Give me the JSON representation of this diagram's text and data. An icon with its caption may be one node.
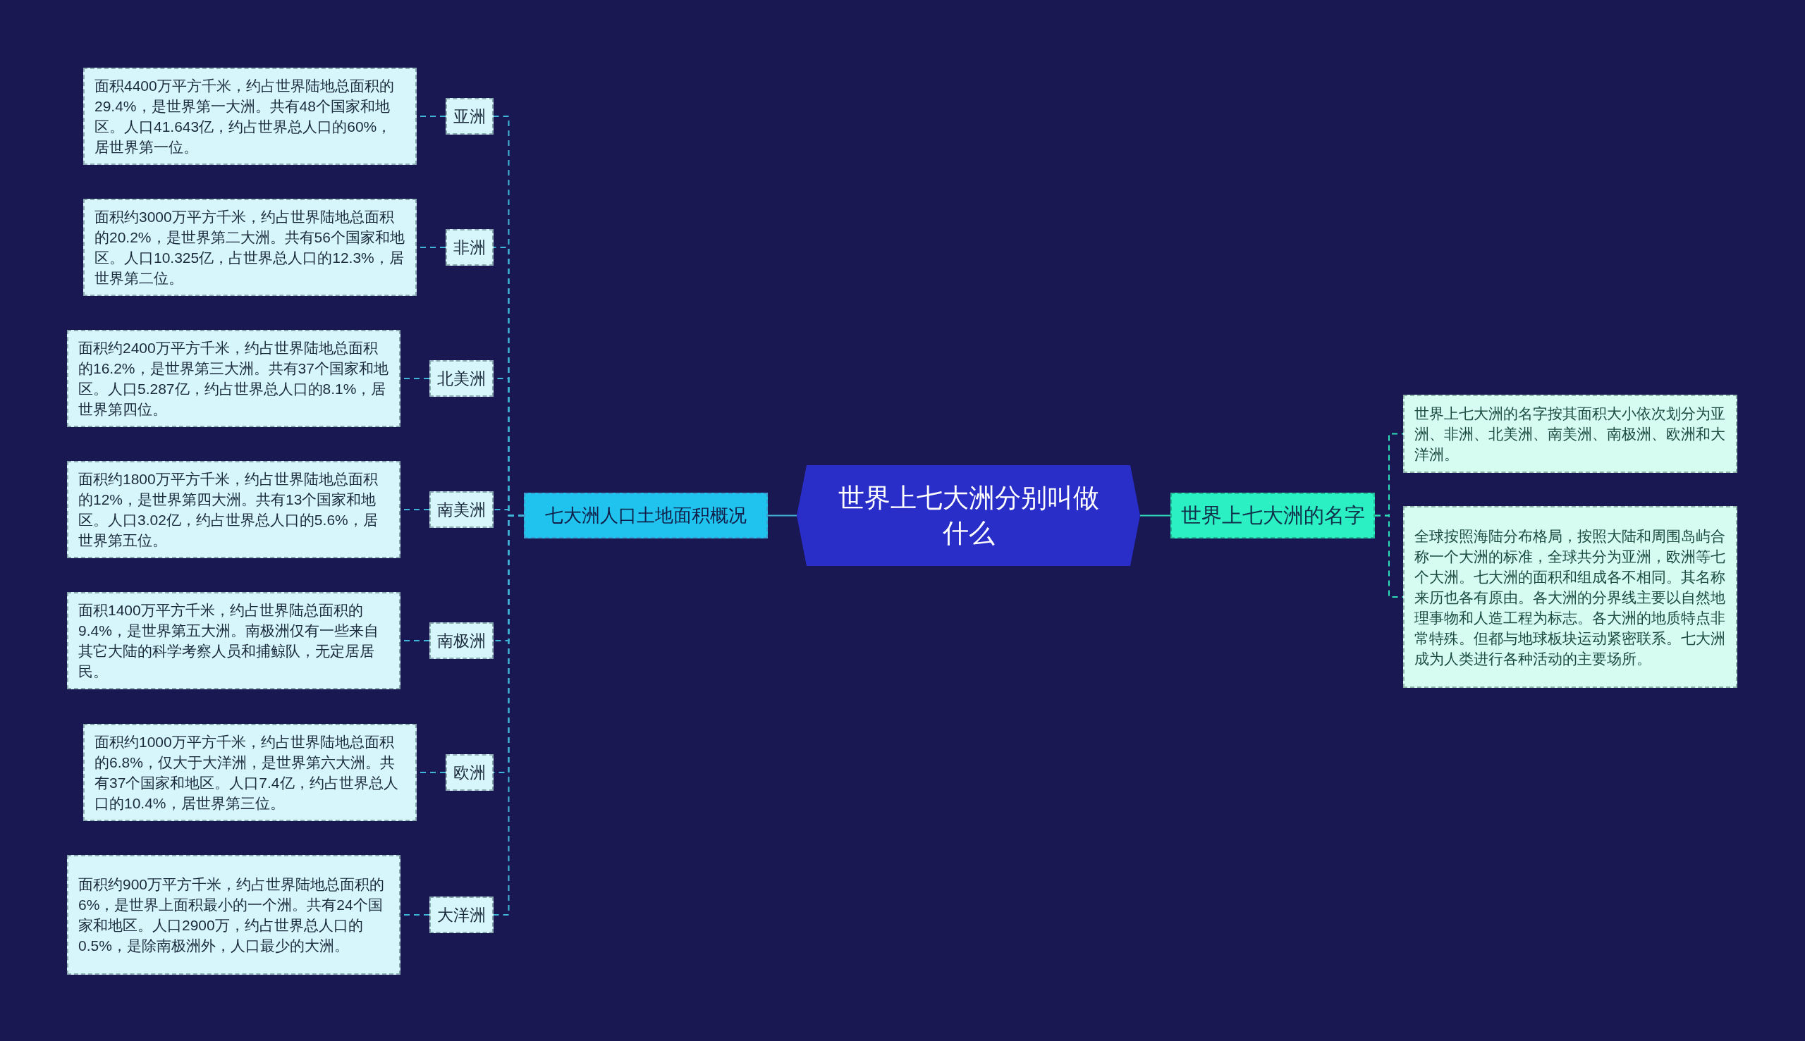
{
  "diagram": {
    "nodes": [
      {
        "text": [
          "世界上七大洲分别叫做什么"
        ]
      },
      {
        "text": [
          "七大洲人口土地面积概况"
        ]
      },
      {
        "text": [
          "亚洲"
        ]
      },
      {
        "text": [
          "非洲"
        ]
      },
      {
        "text": [
          "北美洲"
        ]
      },
      {
        "text": [
          "南美洲"
        ]
      },
      {
        "text": [
          "南极洲"
        ]
      },
      {
        "text": [
          "欧洲"
        ]
      },
      {
        "text": [
          "大洋洲"
        ]
      },
      {
        "text": [
          "面积4400万平方千米，约占世界陆地总面积的29.4%，是世界第一大洲。共有48个国家和地区。人口41.643亿，约占世界总人口的60%，居世界第一位。"
        ]
      },
      {
        "text": [
          "面积约3000万平方千米，约占世界陆地总面积的20.2%，是世界第二大洲。共有56个国家和地区。人口10.325亿，占世界总人口的12.3%，居世界第二位。"
        ]
      },
      {
        "text": [
          "面积约2400万平方千米，约占世界陆地总面积的16.2%，是世界第三大洲。共有37个国家和地区。人口5.287亿，约占世界总人口的8.1%，居世界第四位。"
        ]
      },
      {
        "text": [
          "面积约1800万平方千米，约占世界陆地总面积的12%，是世界第四大洲。共有13个国家和地区。人口3.02亿，约占世界总人口的5.6%，居世界第五位。"
        ]
      },
      {
        "text": [
          "面积1400万平方千米，约占世界陆总面积的9.4%，是世界第五大洲。南极洲仅有一些来自其它大陆的科学考察人员和捕鲸队，无定居居民。"
        ]
      },
      {
        "text": [
          "面积约1000万平方千米，约占世界陆地总面积的6.8%，仅大于大洋洲，是世界第六大洲。共有37个国家和地区。人口7.4亿，约占世界总人口的10.4%，居世界第三位。"
        ]
      },
      {
        "text": [
          "面积约900万平方千米，约占世界陆地总面积的6%，是世界上面积最小的一个洲。共有24个国家和地区。人口2900万，约占世界总人口的0.5%，是除南极洲外，人口最少的大洲。"
        ]
      },
      {
        "text": [
          "世界上七大洲的名字"
        ]
      },
      {
        "text": [
          "世界上七大洲的名字按其面积大小依次划分为亚洲、非洲、北美洲、南美洲、南极洲、欧洲和大洋洲。"
        ]
      },
      {
        "text": [
          "全球按照海陆分布格局，按照大陆和周围岛屿合称一个大洲的标准，全球共分为亚洲，欧洲等七个大洲。七大洲的面积和组成各不相同。其名称来历也各有原由。各大洲的分界线主要以自然地理事物和人造工程为标志。各大洲的地质特点非常特殊。但都与地球板块运动紧密联系。七大洲成为人类进行各种活动的主要场所。"
        ]
      }
    ],
    "edges": [
      {
        "from": 0,
        "to": 1,
        "arrow": "none"
      },
      {
        "from": 1,
        "to": 2,
        "arrow": "none",
        "style": "dashed"
      },
      {
        "from": 1,
        "to": 3,
        "arrow": "none",
        "style": "dashed"
      },
      {
        "from": 1,
        "to": 4,
        "arrow": "none",
        "style": "dashed"
      },
      {
        "from": 1,
        "to": 5,
        "arrow": "none",
        "style": "dashed"
      },
      {
        "from": 1,
        "to": 6,
        "arrow": "none",
        "style": "dashed"
      },
      {
        "from": 1,
        "to": 7,
        "arrow": "none",
        "style": "dashed"
      },
      {
        "from": 1,
        "to": 8,
        "arrow": "none",
        "style": "dashed"
      },
      {
        "from": 2,
        "to": 9,
        "arrow": "none",
        "style": "dashed"
      },
      {
        "from": 3,
        "to": 10,
        "arrow": "none",
        "style": "dashed"
      },
      {
        "from": 4,
        "to": 11,
        "arrow": "none",
        "style": "dashed"
      },
      {
        "from": 5,
        "to": 12,
        "arrow": "none",
        "style": "dashed"
      },
      {
        "from": 6,
        "to": 13,
        "arrow": "none",
        "style": "dashed"
      },
      {
        "from": 7,
        "to": 14,
        "arrow": "none",
        "style": "dashed"
      },
      {
        "from": 8,
        "to": 15,
        "arrow": "none",
        "style": "dashed"
      },
      {
        "from": 0,
        "to": 16,
        "arrow": "none",
        "color": "#2ee0b8"
      },
      {
        "from": 16,
        "to": 17,
        "arrow": "none",
        "style": "dashed",
        "color": "#2ee0b8"
      },
      {
        "from": 16,
        "to": 18,
        "arrow": "none",
        "style": "dashed",
        "color": "#2ee0b8"
      }
    ]
  }
}
